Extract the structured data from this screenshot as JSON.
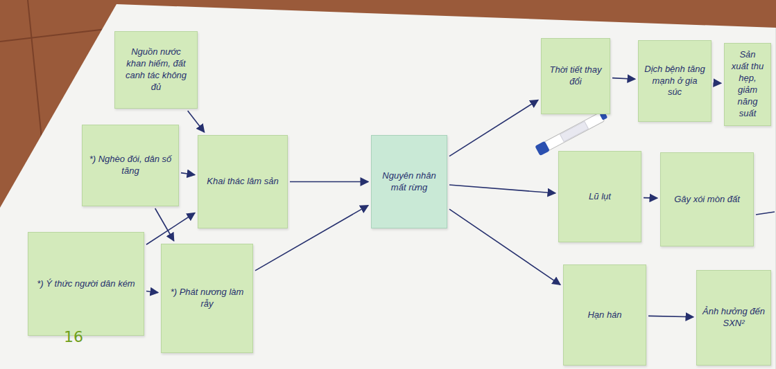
{
  "diagram": {
    "nodes": [
      {
        "text": [
          "Nguồn nước khan hiếm, đất canh tác không đủ"
        ]
      },
      {
        "text": [
          "*) Nghèo đói, dân số tăng"
        ]
      },
      {
        "text": [
          "*) Ý thức người dân kém"
        ]
      },
      {
        "text": [
          "Khai thác lâm sản"
        ]
      },
      {
        "text": [
          "*) Phát nương làm rẫy"
        ]
      },
      {
        "text": [
          "Nguyên nhân mất rừng"
        ]
      },
      {
        "text": [
          "Thời tiết thay đổi"
        ]
      },
      {
        "text": [
          "Dịch bệnh tăng mạnh ở gia súc"
        ]
      },
      {
        "text": [
          "Sản xuất thu hẹp, giảm năng suất"
        ]
      },
      {
        "text": [
          "Lũ lụt"
        ]
      },
      {
        "text": [
          "Gây xói mòn đất"
        ]
      },
      {
        "text": [
          "Hạn hán"
        ]
      },
      {
        "text": [
          "Ảnh hưởng đến SXN²"
        ]
      }
    ],
    "edges": [
      {
        "from": 0,
        "to": 3,
        "arrow": "to"
      },
      {
        "from": 1,
        "to": 3,
        "arrow": "to"
      },
      {
        "from": 1,
        "to": 4,
        "arrow": "to"
      },
      {
        "from": 2,
        "to": 3,
        "arrow": "to"
      },
      {
        "from": 2,
        "to": 4,
        "arrow": "to"
      },
      {
        "from": 3,
        "to": 5,
        "arrow": "to"
      },
      {
        "from": 4,
        "to": 5,
        "arrow": "to"
      },
      {
        "from": 5,
        "to": 6,
        "arrow": "to"
      },
      {
        "from": 5,
        "to": 9,
        "arrow": "to"
      },
      {
        "from": 5,
        "to": 11,
        "arrow": "to"
      },
      {
        "from": 6,
        "to": 7,
        "arrow": "to"
      },
      {
        "from": 7,
        "to": 8,
        "arrow": "to"
      },
      {
        "from": 9,
        "to": 10,
        "arrow": "to"
      },
      {
        "from": 11,
        "to": 12,
        "arrow": "to"
      }
    ],
    "labels": [
      "16"
    ]
  }
}
